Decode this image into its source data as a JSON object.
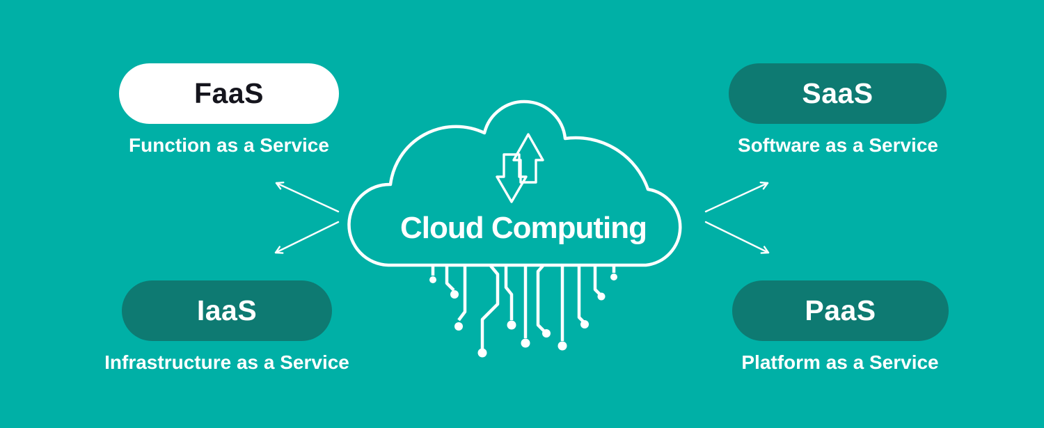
{
  "palette": {
    "background": "#00B0A6",
    "pill_dark": "#0E7A72",
    "pill_light": "#FFFFFF",
    "text_on_light": "#15151D",
    "text_on_dark": "#FFFFFF"
  },
  "center": {
    "title": "Cloud Computing",
    "icon": "up-down-sync-arrows-icon",
    "decoration": "circuit-traces"
  },
  "nodes": [
    {
      "abbr": "FaaS",
      "label": "Function as a Service",
      "variant": "light",
      "position": "top-left"
    },
    {
      "abbr": "SaaS",
      "label": "Software as a Service",
      "variant": "dark",
      "position": "top-right"
    },
    {
      "abbr": "IaaS",
      "label": "Infrastructure as a Service",
      "variant": "dark",
      "position": "bottom-left"
    },
    {
      "abbr": "PaaS",
      "label": "Platform as a Service",
      "variant": "dark",
      "position": "bottom-right"
    }
  ]
}
